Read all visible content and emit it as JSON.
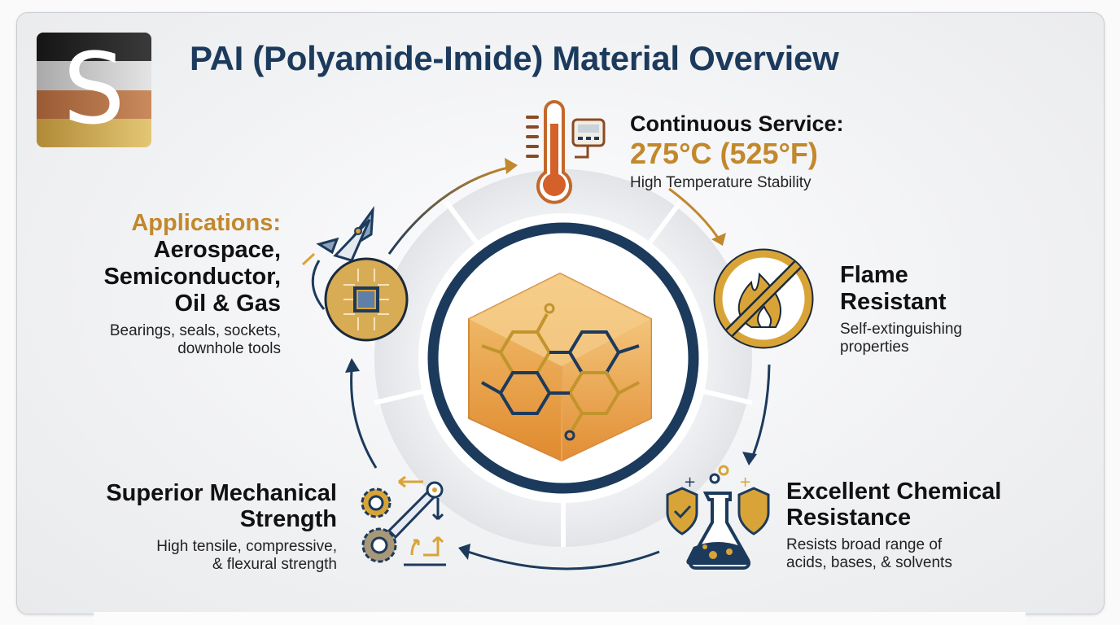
{
  "title": "PAI (Polyamide-Imide) Material Overview",
  "logo": {
    "letter": "S",
    "bands": [
      "#1e1e1e",
      "#c9c9c9",
      "#b87848",
      "#c9a44a"
    ]
  },
  "colors": {
    "navy": "#1c3a5c",
    "gold": "#c2882c",
    "orange": "#d9782a"
  },
  "center": {
    "icon": "polymer-molecule-cube-icon"
  },
  "features": {
    "temperature": {
      "icon": "thermometer-icon",
      "heading": "Continuous Service:",
      "value": "275°C (525°F)",
      "description": "High Temperature Stability"
    },
    "flame": {
      "icon": "no-flame-icon",
      "heading_line1": "Flame",
      "heading_line2": "Resistant",
      "description_line1": "Self-extinguishing",
      "description_line2": "properties"
    },
    "chemical": {
      "icon": "chemical-flask-shield-icon",
      "heading_line1": "Excellent Chemical",
      "heading_line2": "Resistance",
      "description_line1": "Resists broad range of",
      "description_line2": "acids, bases, & solvents"
    },
    "mechanical": {
      "icon": "gears-strength-icon",
      "heading_line1": "Superior Mechanical",
      "heading_line2": "Strength",
      "description_line1": "High tensile, compressive,",
      "description_line2": "& flexural strength"
    },
    "applications": {
      "icon": "rocket-chip-icon",
      "label": "Applications:",
      "line1": "Aerospace,",
      "line2": "Semiconductor,",
      "line3": "Oil & Gas",
      "description_line1": "Bearings, seals, sockets,",
      "description_line2": "downhole tools"
    }
  }
}
